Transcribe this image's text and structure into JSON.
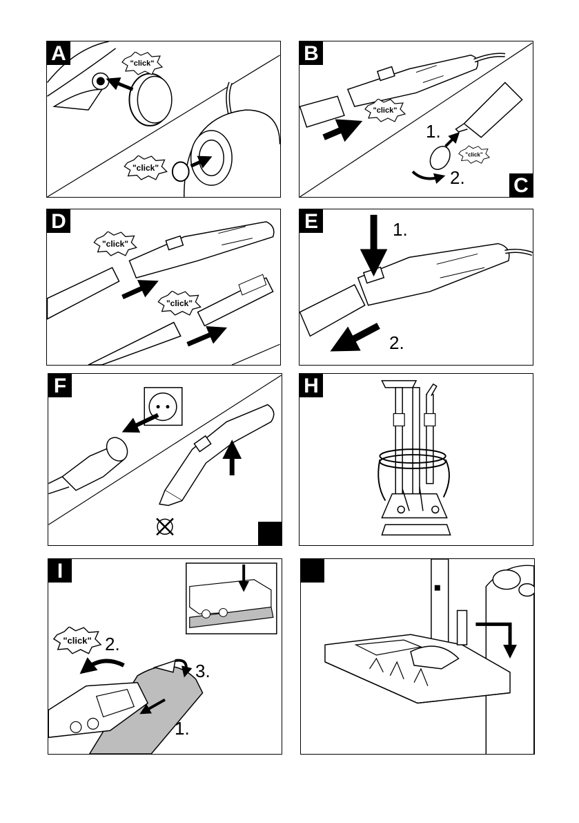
{
  "panels": {
    "A": {
      "letter": "A",
      "click1": "\"click\"",
      "click2": "\"click\""
    },
    "B": {
      "letter": "B",
      "click1": "\"click\"",
      "click2": "\"click\"",
      "step1": "1.",
      "step2": "2."
    },
    "C": {
      "letter": "C"
    },
    "D": {
      "letter": "D",
      "click1": "\"click\"",
      "click2": "\"click\""
    },
    "E": {
      "letter": "E",
      "step1": "1.",
      "step2": "2."
    },
    "F": {
      "letter": "F"
    },
    "H": {
      "letter": "H"
    },
    "I": {
      "letter": "I",
      "click1": "\"click\"",
      "step1": "1.",
      "step2": "2.",
      "step3": "3."
    },
    "J": {
      "letter": ""
    }
  },
  "colors": {
    "ink": "#000000",
    "paper": "#ffffff",
    "cloth": "#bdbdbd"
  }
}
